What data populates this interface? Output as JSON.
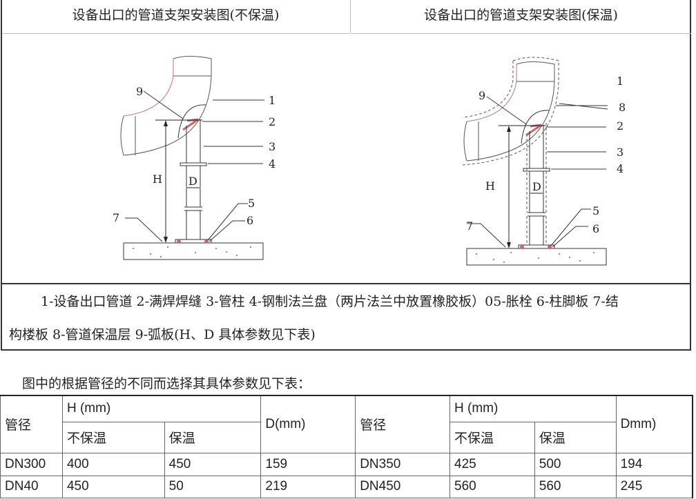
{
  "titles": {
    "left": "设备出口的管道支架安装图(不保温)",
    "right": "设备出口的管道支架安装图(保温)"
  },
  "drawing_labels": {
    "n1": "1",
    "n2": "2",
    "n3": "3",
    "n4": "4",
    "n5": "5",
    "n6": "6",
    "n7": "7",
    "n8": "8",
    "n9": "9",
    "H": "H",
    "D": "D"
  },
  "legend": {
    "line1": "1-设备出口管道 2-满焊焊缝 3-管柱 4-钢制法兰盘（两片法兰中放置橡胶板）05-胀栓 6-柱脚板 7-结",
    "line2": "构楼板 8-管道保温层 9-弧板(H、D 具体参数见下表)"
  },
  "caption": "图中的根据管径的不同而选择其具体参数见下表：",
  "table": {
    "header": {
      "dn": "管径",
      "h": "H (mm)",
      "no_insul": "不保温",
      "insul": "保温",
      "d": "D(mm)",
      "dn2": "管径",
      "h2": "H (mm)",
      "no_insul2": "不保温",
      "insul2": "保温",
      "d2": "Dmm)"
    },
    "rows": [
      [
        "DN300",
        "400",
        "450",
        "159",
        "DN350",
        "425",
        "500",
        "194"
      ],
      [
        "DN40",
        "450",
        "50",
        "219",
        "DN450",
        "560",
        "560",
        "245"
      ]
    ]
  }
}
